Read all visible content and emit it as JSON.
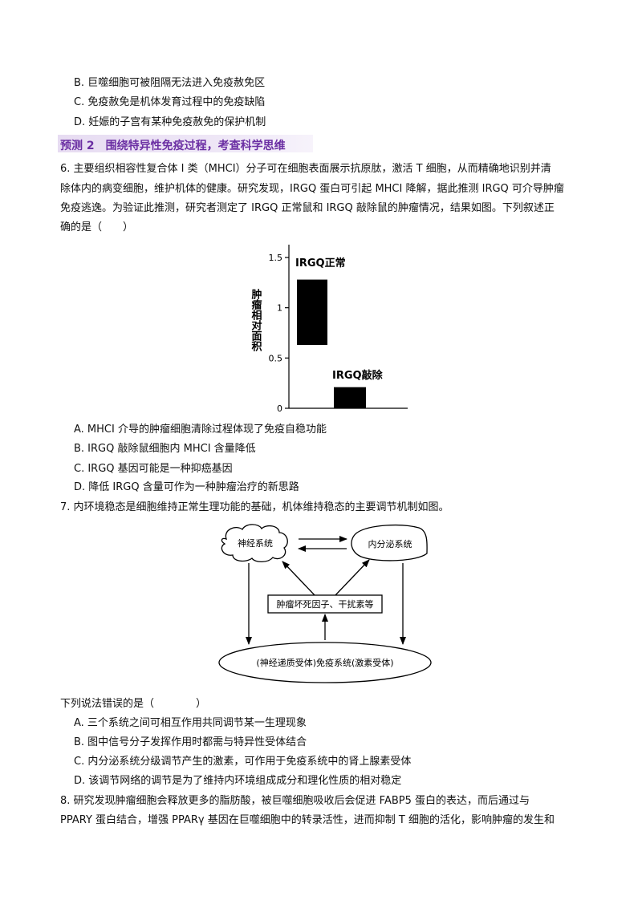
{
  "prev_options": [
    "B. 巨噬细胞可被阻隔无法进入免疫赦免区",
    "C. 免疫赦免是机体发育过程中的免疫缺陷",
    "D. 妊娠的子宫有某种免疫赦免的保护机制"
  ],
  "section": {
    "title": "预测 2　围绕特异性免疫过程，考查科学思维",
    "color": "#6b2fa3"
  },
  "q6": {
    "stem": [
      "6. 主要组织相容性复合体 I 类（MHCI）分子可在细胞表面展示抗原肽，激活 T 细胞，从而精确地识别并清",
      "除体内的病变细胞，维护机体的健康。研究发现，IRGQ 蛋白可引起 MHCI 降解，据此推测 IRGQ 可介导肿瘤",
      "免疫逃逸。为验证此推测，研究者测定了 IRGQ 正常鼠和 IRGQ 敲除鼠的肿瘤情况，结果如图。下列叙述正",
      "确的是（　　）"
    ],
    "options": [
      "A. MHCI 介导的肿瘤细胞清除过程体现了免疫自稳功能",
      "B. IRGQ 敲除鼠细胞内 MHCI 含量降低",
      "C. IRGQ 基因可能是一种抑癌基因",
      "D. 降低 IRGQ 含量可作为一种肿瘤治疗的新思路"
    ]
  },
  "chart_data": {
    "type": "bar",
    "categories": [
      "IRGQ正常",
      "IRGQ敲除"
    ],
    "bars": [
      {
        "category": "IRGQ正常",
        "low": 0.63,
        "high": 1.28
      },
      {
        "category": "IRGQ敲除",
        "low": 0.0,
        "high": 0.21
      }
    ],
    "ylabel": "肿瘤相对面积",
    "xlabel": "",
    "ylim": [
      0,
      1.6
    ],
    "yticks": [
      0,
      0.5,
      1,
      1.5
    ],
    "ytick_labels": [
      "0",
      "0.5",
      "1",
      "1.5"
    ],
    "bar_color": "#000000",
    "grid": false
  },
  "q7": {
    "stem": "7. 内环境稳态是细胞维持正常生理功能的基础，机体维持稳态的主要调节机制如图。",
    "diagram": {
      "nervous": "神经系统",
      "endocrine": "内分泌系统",
      "factors": "肿瘤坏死因子、干扰素等",
      "immune": "(神经递质受体)免疫系统(激素受体)"
    },
    "question": "下列说法错误的是（　　　　）",
    "options": [
      "A. 三个系统之间可相互作用共同调节某一生理现象",
      "B. 图中信号分子发挥作用时都需与特异性受体结合",
      "C. 内分泌系统分级调节产生的激素，可作用于免疫系统中的肾上腺素受体",
      "D. 该调节网络的调节是为了维持内环境组成成分和理化性质的相对稳定"
    ]
  },
  "q8": {
    "stem": [
      "8. 研究发现肿瘤细胞会释放更多的脂肪酸，被巨噬细胞吸收后会促进 FABP5 蛋白的表达，而后通过与",
      "PPARY 蛋白结合，增强 PPARγ 基因在巨噬细胞中的转录活性，进而抑制 T 细胞的活化，影响肿瘤的发生和"
    ]
  }
}
